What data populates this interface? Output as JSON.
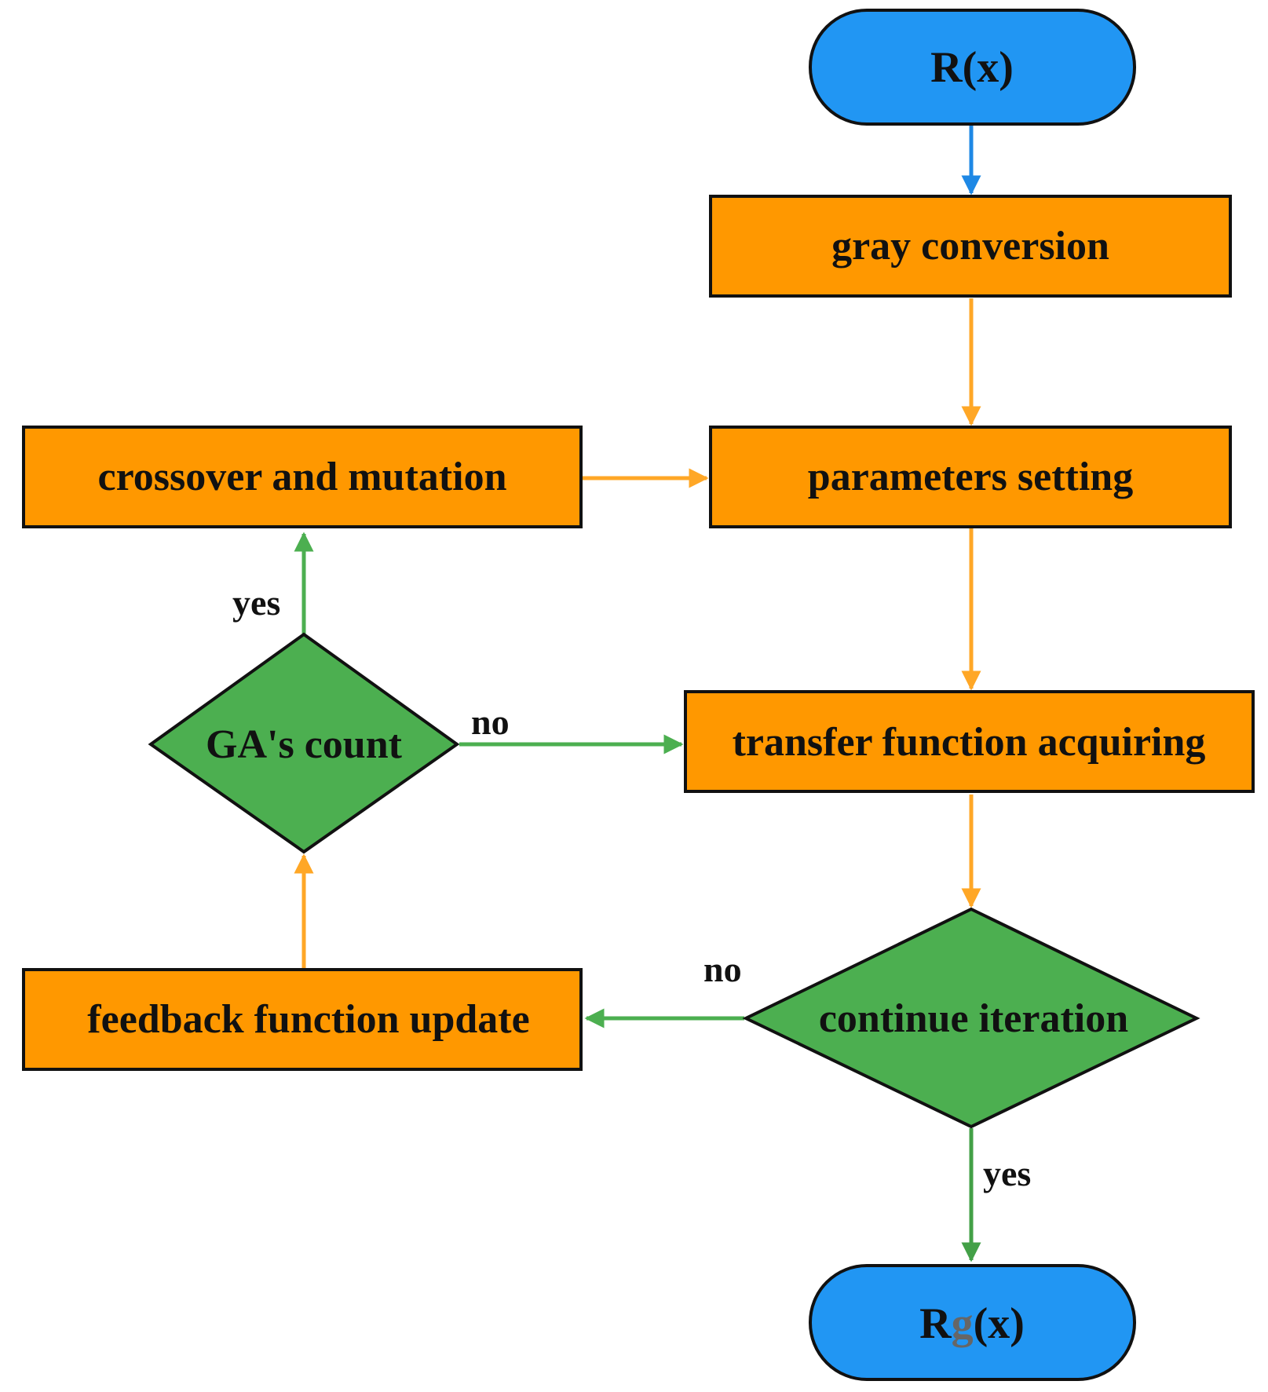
{
  "colors": {
    "terminal_fill": "#2196F3",
    "process_fill": "#FF9800",
    "decision_fill": "#4CAF50",
    "outline": "#111111",
    "arrow_blue": "#1E88E5",
    "arrow_orange": "#FFA726",
    "arrow_green": "#4CAF50",
    "arrow_green_dark": "#43A047",
    "subscript_gray": "#666666"
  },
  "nodes": {
    "start": {
      "label": "R(x)"
    },
    "gray_conversion": {
      "label": "gray conversion"
    },
    "parameters_setting": {
      "label": "parameters setting"
    },
    "crossover_mutation": {
      "label": "crossover and mutation"
    },
    "transfer_function": {
      "label": "transfer function acquiring"
    },
    "ga_count": {
      "label": "GA's count"
    },
    "continue_iteration": {
      "label": "continue iteration"
    },
    "feedback_update": {
      "label": "feedback function update"
    },
    "end": {
      "label_main": "R",
      "label_sub": "g",
      "label_tail": "(x)"
    }
  },
  "edges": {
    "ga_yes": "yes",
    "ga_no": "no",
    "continue_no": "no",
    "continue_yes": "yes"
  }
}
